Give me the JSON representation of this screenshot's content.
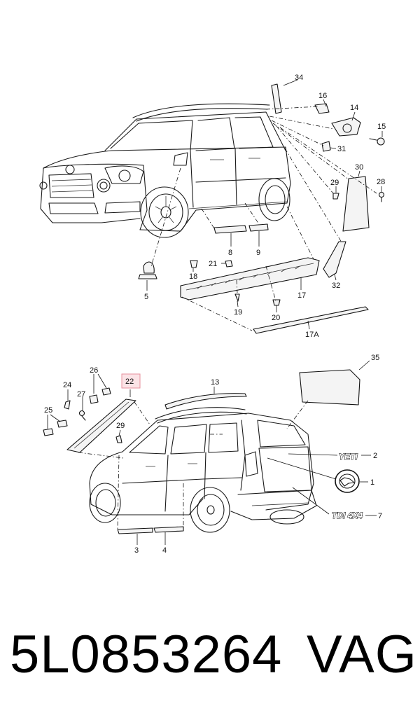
{
  "callouts": {
    "c34": "34",
    "c16": "16",
    "c14": "14",
    "c15": "15",
    "c31": "31",
    "c30": "30",
    "c29a": "29",
    "c28": "28",
    "c5": "5",
    "c8": "8",
    "c9": "9",
    "c18": "18",
    "c21": "21",
    "c19": "19",
    "c20": "20",
    "c17": "17",
    "c32": "32",
    "c17A": "17A",
    "c22": "22",
    "c13": "13",
    "c35": "35",
    "c26": "26",
    "c24": "24",
    "c27": "27",
    "c25": "25",
    "c29b": "29",
    "c2": "2",
    "c1": "1",
    "c7": "7",
    "c3": "3",
    "c4": "4"
  },
  "badges": {
    "yeti": "YETI",
    "tdi": "TDI 4X4"
  },
  "highlighted_callout": "22",
  "highlight_color": "#fbe3e6",
  "footer": {
    "part_number": "5L0853264",
    "brand": "VAG"
  }
}
